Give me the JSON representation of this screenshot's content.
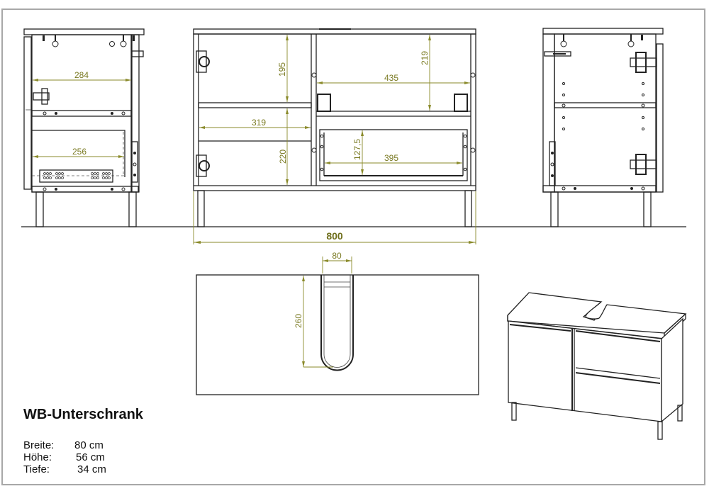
{
  "title": "WB-Unterschrank",
  "specs": [
    {
      "label": "Breite:",
      "value": "80 cm"
    },
    {
      "label": "Höhe:",
      "value": "56 cm"
    },
    {
      "label": "Tiefe:",
      "value": "34 cm"
    }
  ],
  "colors": {
    "frame": "#a8a8a8",
    "line": "#222222",
    "dimension": "#7a7a22"
  },
  "views": {
    "side_left": {
      "dimensions": {
        "upper_width": "284",
        "drawer_width": "256"
      }
    },
    "front": {
      "dimensions": {
        "door_upper_height": "195",
        "door_inner_width": "319",
        "door_lower_height": "220",
        "right_upper_height": "219",
        "right_inner_width": "435",
        "drawer_height": "127,5",
        "drawer_width": "395",
        "overall_width": "800"
      }
    },
    "side_right": {},
    "top": {
      "dimensions": {
        "cutout_width": "80",
        "cutout_depth": "260"
      }
    },
    "perspective": {}
  }
}
